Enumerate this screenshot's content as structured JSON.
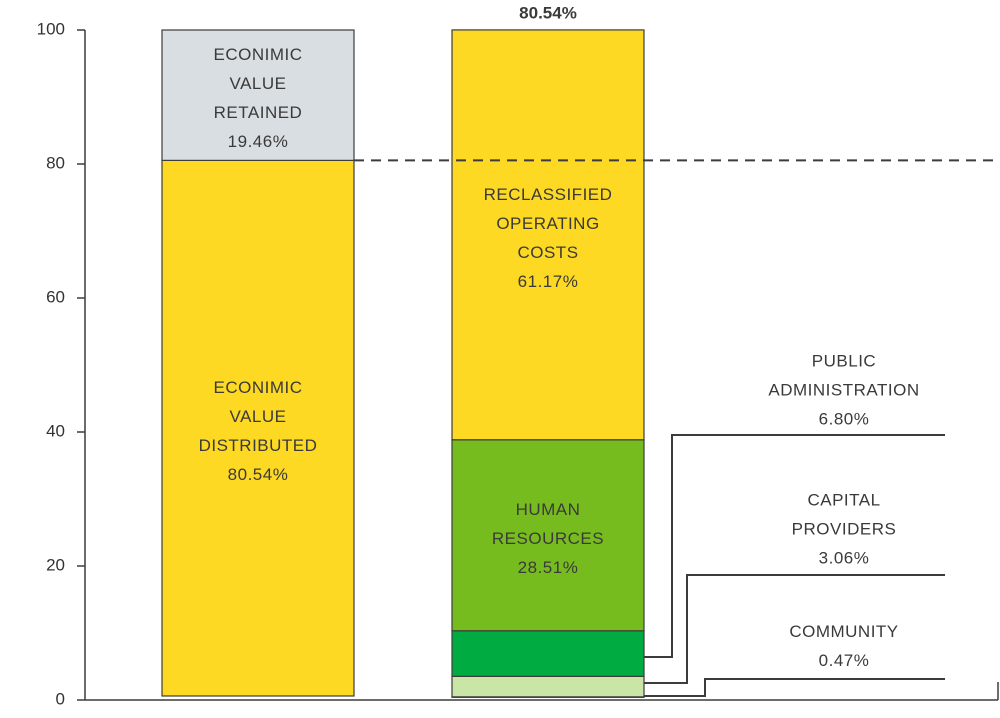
{
  "chart_data": {
    "type": "bar",
    "ylim": [
      0,
      100
    ],
    "yticks": [
      0,
      20,
      40,
      60,
      80,
      100
    ],
    "grid": false,
    "colors": {
      "distributed": "#fdd923",
      "retained": "#d9dee2",
      "operating": "#fdd923",
      "human": "#77bc1f",
      "public": "#00ac42",
      "capital": "#cae6a7",
      "community": "#e6f2d5",
      "stroke": "#3c3c3c"
    },
    "bars": [
      {
        "name": "total",
        "segments": [
          {
            "key": "distributed",
            "lines": [
              "ECONIMIC",
              "VALUE",
              "DISTRIBUTED",
              "80.54%"
            ],
            "value": 80.54
          },
          {
            "key": "retained",
            "lines": [
              "ECONIMIC",
              "VALUE",
              "RETAINED",
              "19.46%"
            ],
            "value": 19.46
          }
        ]
      },
      {
        "name": "breakdown",
        "total_label": "80.54%",
        "segments": [
          {
            "key": "community",
            "value": 0.47
          },
          {
            "key": "capital",
            "value": 3.06
          },
          {
            "key": "public",
            "value": 6.8
          },
          {
            "key": "human",
            "lines": [
              "HUMAN",
              "RESOURCES",
              "28.51%"
            ],
            "value": 28.51
          },
          {
            "key": "operating",
            "lines": [
              "RECLASSIFIED",
              "OPERATING",
              "COSTS",
              "61.17%"
            ],
            "value": 61.17
          }
        ]
      }
    ],
    "annotations": [
      {
        "key": "public",
        "lines": [
          "PUBLIC",
          "ADMINISTRATION",
          "6.80%"
        ]
      },
      {
        "key": "capital",
        "lines": [
          "CAPITAL",
          "PROVIDERS",
          "3.06%"
        ]
      },
      {
        "key": "community",
        "lines": [
          "COMMUNITY",
          "0.47%"
        ]
      }
    ]
  }
}
